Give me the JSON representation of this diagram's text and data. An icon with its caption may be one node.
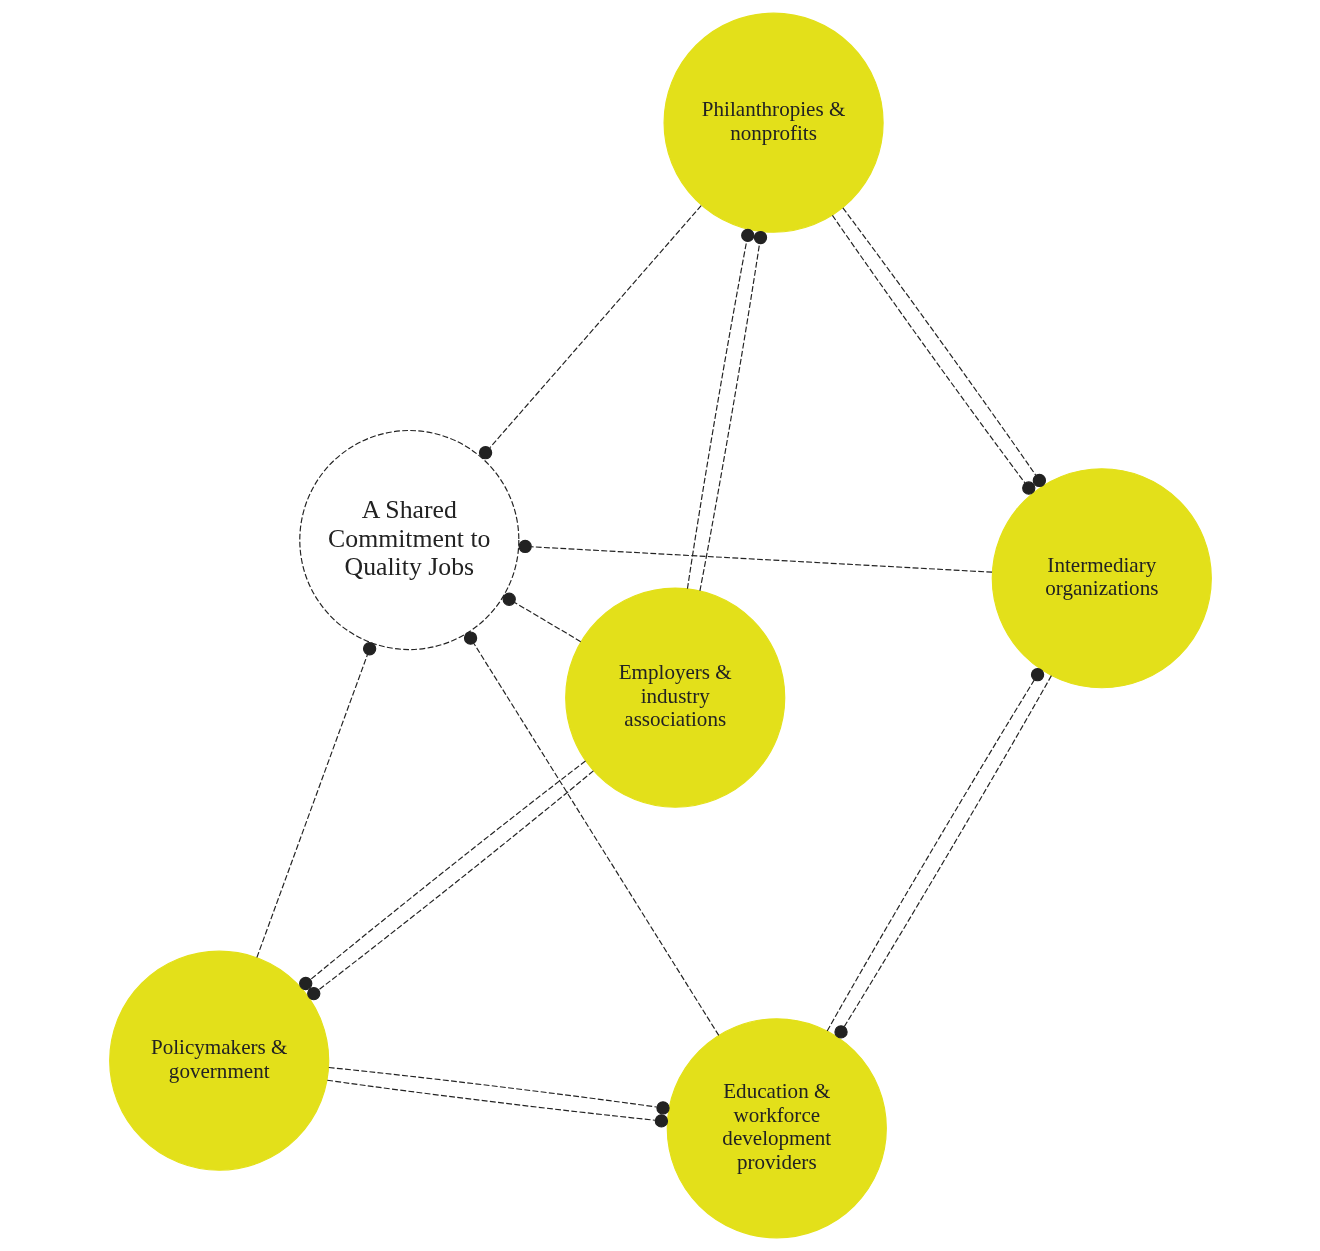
{
  "diagram": {
    "nodes": [
      {
        "text": [
          "Policymakers & government"
        ]
      },
      {
        "text": [
          "Employers & industry associations"
        ]
      },
      {
        "text": [
          "Education & workforce development providers"
        ]
      },
      {
        "text": [
          "Philanthropies & nonprofits"
        ]
      },
      {
        "text": [
          "Intermediary organizations"
        ]
      },
      {
        "text": [
          "A Shared Commitment to Quality Jobs"
        ]
      }
    ],
    "edges": [
      {
        "from": 1,
        "to": 0,
        "arrow": "other",
        "style": "dashed"
      },
      {
        "from": 1,
        "to": 0,
        "arrow": "other",
        "style": "dashed"
      },
      {
        "from": 0,
        "to": 5,
        "arrow": "other",
        "style": "dashed"
      },
      {
        "from": 0,
        "to": 2,
        "arrow": "other",
        "style": "dashed"
      },
      {
        "from": 0,
        "to": 2,
        "arrow": "other",
        "style": "dashed"
      },
      {
        "from": 1,
        "to": 5,
        "arrow": "other",
        "style": "dashed"
      },
      {
        "from": 2,
        "to": 5,
        "arrow": "other",
        "style": "dashed"
      },
      {
        "from": 4,
        "to": 2,
        "arrow": "other",
        "style": "dashed"
      },
      {
        "from": 2,
        "to": 4,
        "arrow": "other",
        "style": "dashed"
      },
      {
        "from": 1,
        "to": 3,
        "arrow": "other",
        "style": "dashed"
      },
      {
        "from": 1,
        "to": 3,
        "arrow": "other",
        "style": "dashed"
      },
      {
        "from": 3,
        "to": 5,
        "arrow": "other",
        "style": "dashed"
      },
      {
        "from": 4,
        "to": 5,
        "arrow": "other",
        "style": "dashed"
      },
      {
        "from": 3,
        "to": 4,
        "arrow": "other",
        "style": "dashed"
      },
      {
        "from": 3,
        "to": 4,
        "arrow": "other",
        "style": "dashed"
      }
    ]
  }
}
